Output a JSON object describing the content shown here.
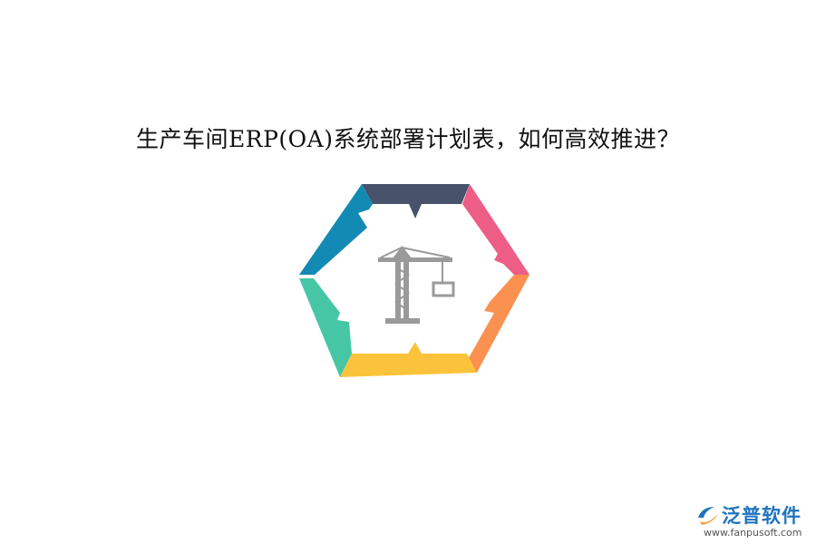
{
  "title": "生产车间ERP(OA)系统部署计划表，如何高效推进？",
  "diagram": {
    "segment_colors": [
      "#46536b",
      "#ee5d85",
      "#fb9150",
      "#fbc33b",
      "#47c6a6",
      "#128ab4"
    ],
    "center_icon": "tower-crane-icon",
    "icon_color": "#9a9a9a"
  },
  "brand": {
    "name": "泛普软件",
    "url": "www.fanpusoft.com",
    "logo_icon": "fanpu-logo-icon",
    "primary_color": "#1e73be",
    "accent_color": "#f2a33c"
  }
}
